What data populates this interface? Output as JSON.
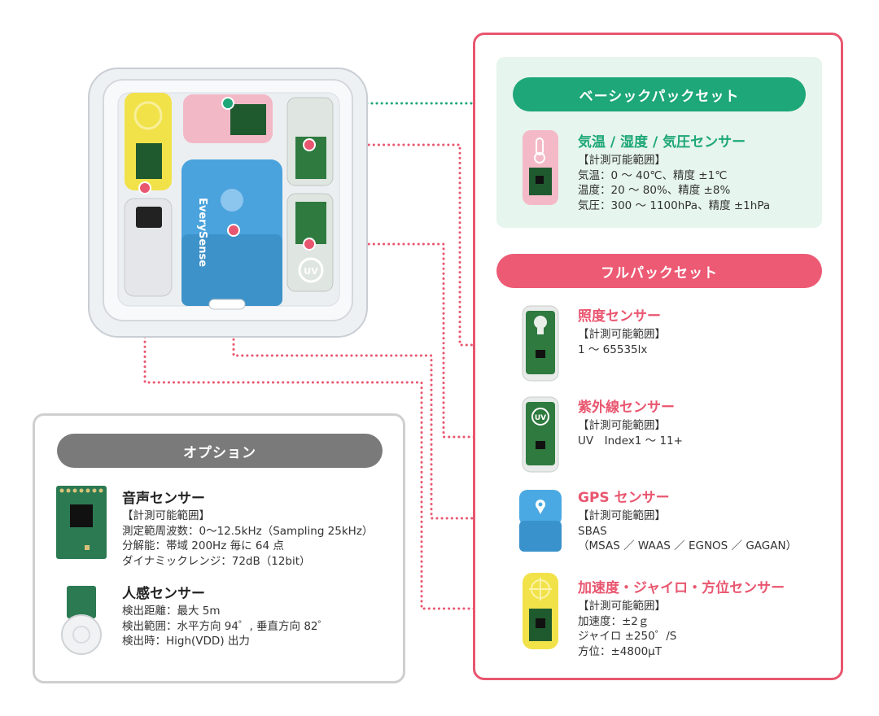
{
  "device": {
    "brand_text": "EverySense"
  },
  "basic_pack": {
    "title": "ベーシックパックセット",
    "sensors": [
      {
        "name": "気温 / 湿度 / 気圧センサー",
        "specs": [
          "【計測可能範囲】",
          "気温：0 〜 40℃、精度 ±1℃",
          "温度：20 〜 80%、精度 ±8%",
          "気圧：300 〜 1100hPa、精度 ±1hPa"
        ]
      }
    ]
  },
  "full_pack": {
    "title": "フルパックセット",
    "sensors": [
      {
        "name": "照度センサー",
        "specs": [
          "【計測可能範囲】",
          "1 〜 65535lx"
        ]
      },
      {
        "name": "紫外線センサー",
        "specs": [
          "【計測可能範囲】",
          "UV　Index1 〜 11+"
        ]
      },
      {
        "name": "GPS センサー",
        "specs": [
          "【計測可能範囲】",
          "SBAS",
          "（MSAS ／ WAAS ／ EGNOS ／ GAGAN）"
        ]
      },
      {
        "name": "加速度・ジャイロ・方位センサー",
        "specs": [
          "【計測可能範囲】",
          "加速度：±2ｇ",
          "ジャイロ ±250゜/S",
          "方位：±4800μT"
        ]
      }
    ]
  },
  "options": {
    "title": "オプション",
    "sensors": [
      {
        "name": "音声センサー",
        "specs": [
          "【計測可能範囲】",
          "測定範周波数：0〜12.5kHz（Sampling 25kHz）",
          "分解能：帯域 200Hz 毎に 64 点",
          "ダイナミックレンジ：72dB（12bit）"
        ]
      },
      {
        "name": "人感センサー",
        "specs": [
          "検出距離：最大 5m",
          "検出範囲：水平方向 94゜, 垂直方向 82゜",
          "検出時：High(VDD) 出力"
        ]
      }
    ]
  },
  "colors": {
    "green": "#1ea778",
    "pink": "#e9566f",
    "gray": "#7a7a7a"
  },
  "icons": [
    "thermometer-icon",
    "bulb-icon",
    "uv-icon",
    "location-pin-icon",
    "compass-icon"
  ]
}
